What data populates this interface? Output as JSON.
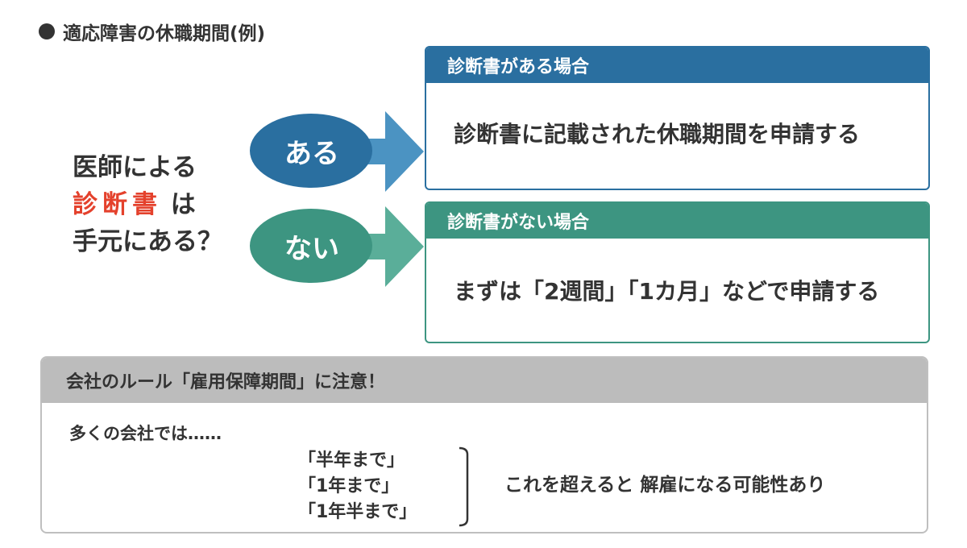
{
  "heading": {
    "text": "適応障害の休職期間(例)"
  },
  "question": {
    "line1": "医師による",
    "line2_highlight": "診断書",
    "line2_suffix": "は",
    "line3": "手元にある？"
  },
  "branches": [
    {
      "answer": "ある",
      "header": "診断書がある場合",
      "body": "診断書に記載された休職期間を申請する",
      "color": "#2a6fa0"
    },
    {
      "answer": "ない",
      "header": "診断書がない場合",
      "body": "まずは「2週間」「1カ月」などで申請する",
      "color": "#3d9581"
    }
  ],
  "notice": {
    "title": "会社のルール「雇用保障期間」に注意！",
    "intro": "多くの会社では……",
    "terms": [
      "「半年まで」",
      "「1年まで」",
      "「1年半まで」"
    ],
    "outcome": "これを超えると 解雇になる可能性あり"
  },
  "colors": {
    "highlight": "#e4412c",
    "blue": "#2a6fa0",
    "green": "#3d9581",
    "notice_header": "#bcbcbc"
  }
}
